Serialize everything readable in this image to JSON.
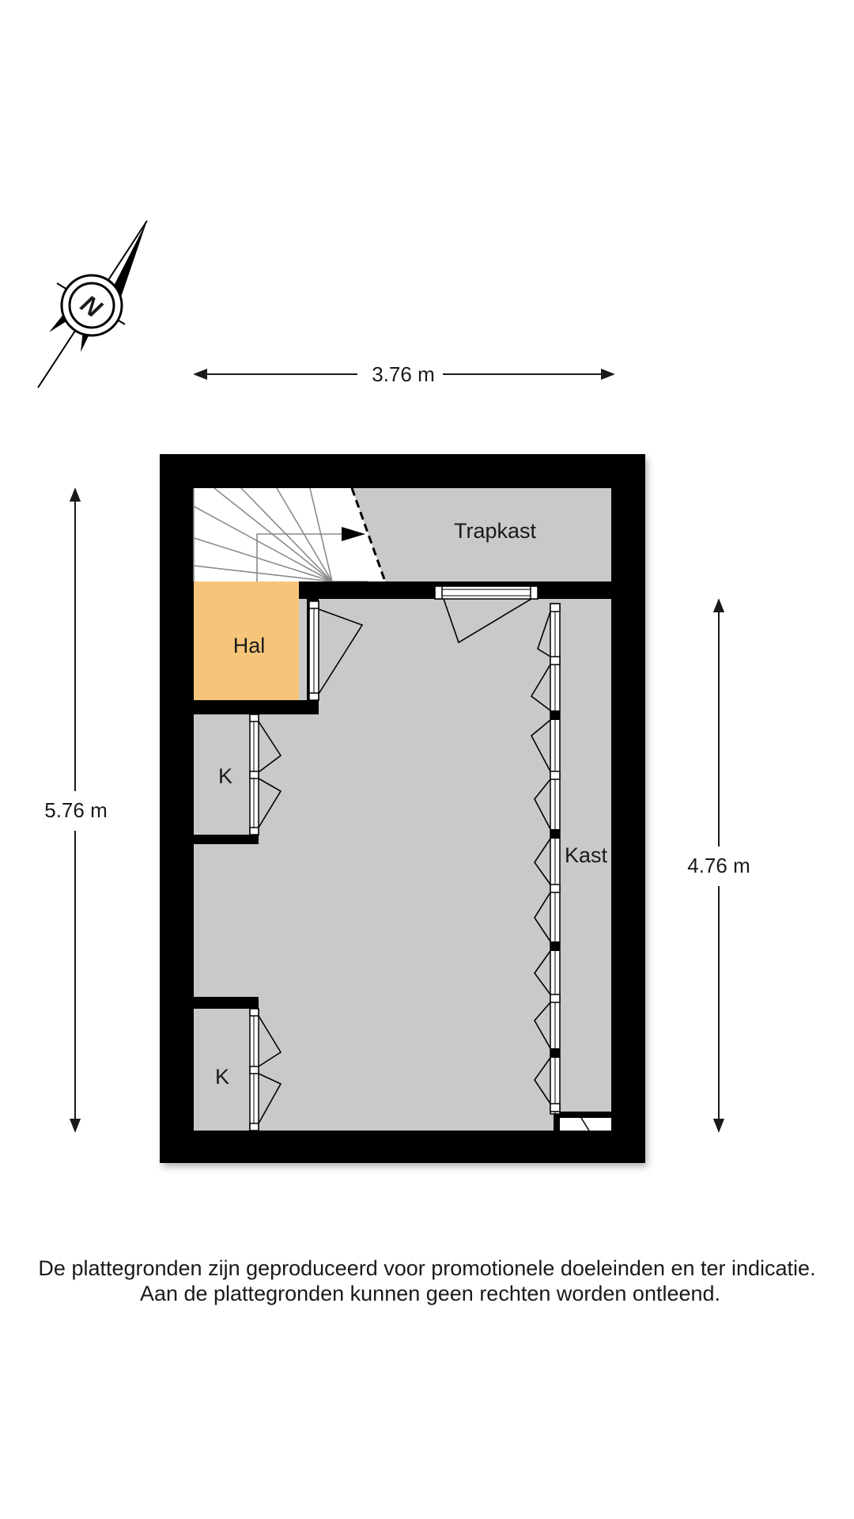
{
  "compass": {
    "letter": "N",
    "icon": "north-arrow-icon"
  },
  "dimensions": {
    "width_top": "3.76 m",
    "height_left": "5.76 m",
    "height_right": "4.76 m"
  },
  "rooms": {
    "trapkast": "Trapkast",
    "hal": "Hal",
    "k1": "K",
    "k2": "K",
    "kast": "Kast"
  },
  "colors": {
    "wall": "#000000",
    "floor": "#c9c9c9",
    "hal": "#f7c57a",
    "stairs": "#ffffff"
  },
  "disclaimer": {
    "line1": "De plattegronden zijn geproduceerd voor promotionele doeleinden en ter indicatie.",
    "line2": "Aan de plattegronden kunnen geen rechten worden ontleend."
  }
}
